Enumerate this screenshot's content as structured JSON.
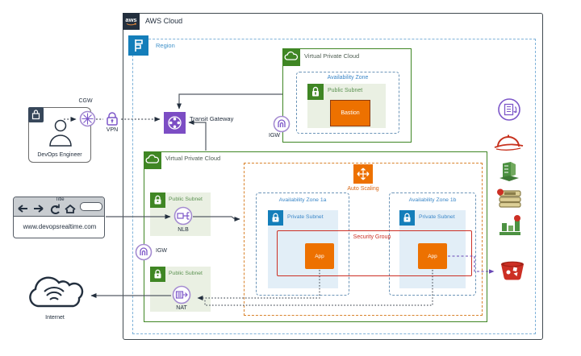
{
  "colors": {
    "green": "#3F8624",
    "blue": "#147EBA",
    "orange": "#ED7100",
    "orange_dash": "#D86613",
    "red": "#CC2F24",
    "purple": "#8C4FFF",
    "purple_soft": "#7D57C9",
    "dark": "#232F3E",
    "gray": "#545B64",
    "public_subnet_fill": "#EAF0E3",
    "private_subnet_fill": "#E2EEF7"
  },
  "aws_cloud": {
    "label": "AWS Cloud",
    "logo": "aws"
  },
  "region": {
    "label": "Region"
  },
  "left": {
    "devops": {
      "label": "DevOps Engineer"
    },
    "cgw": {
      "label": "CGW"
    },
    "vpn": {
      "label": "VPN"
    },
    "browser": {
      "title": "Title",
      "url": "www.devopsrealtime.com"
    },
    "internet": {
      "label": "Internet"
    }
  },
  "transit_gateway": {
    "label": "Transit Gateway"
  },
  "vpc_top": {
    "label": "Virtual Private Cloud",
    "igw": "IGW",
    "az": "Availability Zone",
    "subnet": "Public Subnet",
    "bastion": "Bastion"
  },
  "vpc_main": {
    "label": "Virtual Private Cloud",
    "igw": "IGW",
    "subnet_nlb": {
      "label": "Public Subnet",
      "nlb": "NLB"
    },
    "subnet_nat": {
      "label": "Public Subnet",
      "nat": "NAT"
    },
    "autoscaling": "Auto Scaling",
    "az_1a": {
      "label": "Availability Zone 1a",
      "subnet": "Private Subnet",
      "app": "App"
    },
    "az_1b": {
      "label": "Availability Zone 1b",
      "subnet": "Private Subnet",
      "app": "App"
    },
    "security_group": "Security Group"
  },
  "side_icons": [
    "deployment",
    "helmet",
    "enterprise",
    "backlog",
    "metrics",
    "bucket"
  ]
}
